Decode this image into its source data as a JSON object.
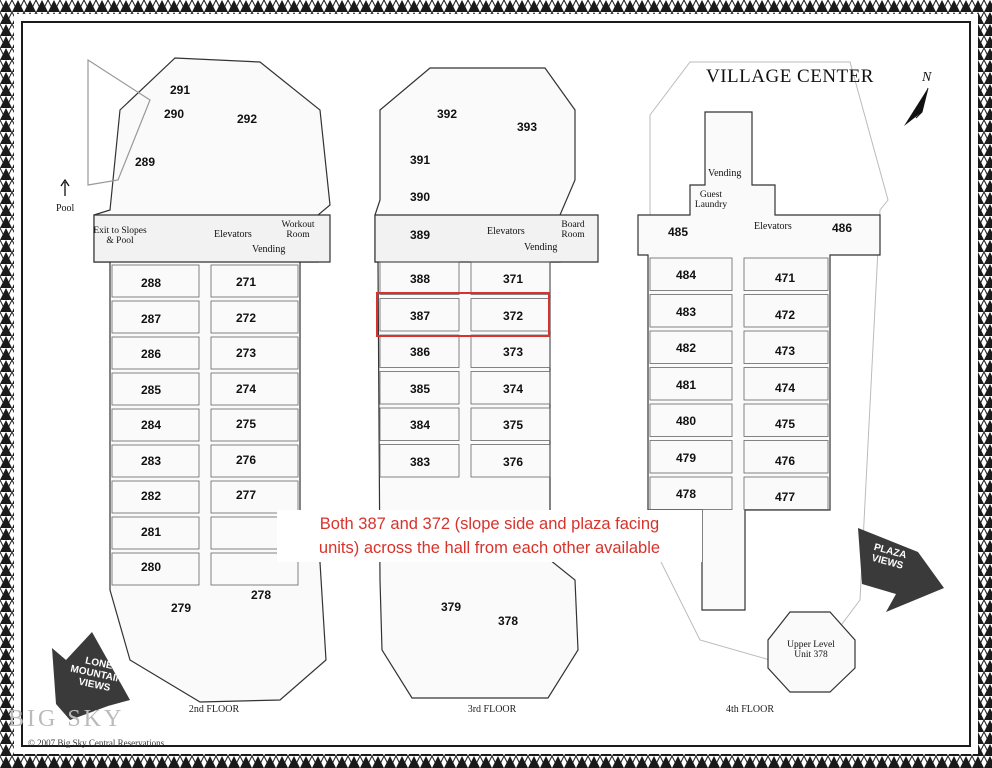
{
  "title": "VILLAGE CENTER",
  "north_label": "N",
  "annotation": {
    "line1": "Both 387 and 372 (slope side and plaza facing",
    "line2": "units) across the hall from each other available"
  },
  "labels": {
    "pool": "Pool",
    "exit_line1": "Exit to Slopes",
    "exit_line2": "& Pool",
    "elevators": "Elevators",
    "vending": "Vending",
    "workout_line1": "Workout",
    "workout_line2": "Room",
    "board_line1": "Board",
    "board_line2": "Room",
    "guest_line1": "Guest",
    "guest_line2": "Laundry",
    "upper_line1": "Upper Level",
    "upper_line2": "Unit 378"
  },
  "floors": {
    "second": {
      "label": "2nd FLOOR",
      "top_units": [
        "291",
        "290",
        "292",
        "289"
      ],
      "left_units": [
        "288",
        "287",
        "286",
        "285",
        "284",
        "283",
        "282",
        "281",
        "280"
      ],
      "right_units": [
        "271",
        "272",
        "273",
        "274",
        "275",
        "276",
        "277"
      ],
      "bottom_units": [
        "279",
        "278"
      ]
    },
    "third": {
      "label": "3rd FLOOR",
      "top_units": [
        "392",
        "393",
        "391",
        "390",
        "389"
      ],
      "left_units": [
        "388",
        "387",
        "386",
        "385",
        "384",
        "383"
      ],
      "right_units": [
        "371",
        "372",
        "373",
        "374",
        "375",
        "376"
      ],
      "bottom_units": [
        "379",
        "378"
      ],
      "highlighted": [
        "387",
        "372"
      ]
    },
    "fourth": {
      "label": "4th FLOOR",
      "top_units": [
        "485",
        "486"
      ],
      "left_units": [
        "484",
        "483",
        "482",
        "481",
        "480",
        "479",
        "478"
      ],
      "right_units": [
        "471",
        "472",
        "473",
        "474",
        "475",
        "476",
        "477"
      ]
    }
  },
  "arrows": {
    "lone_mountain": [
      "LONE",
      "MOUNTAIN",
      "VIEWS"
    ],
    "plaza": [
      "PLAZA",
      "VIEWS"
    ]
  },
  "logo": "BIG SKY",
  "copyright": "© 2007 Big Sky Central Reservations",
  "colors": {
    "highlight": "#d7332b",
    "annotation": "#d7332b",
    "arrow": "#3a3a3a",
    "border": "#1a1a1a"
  }
}
